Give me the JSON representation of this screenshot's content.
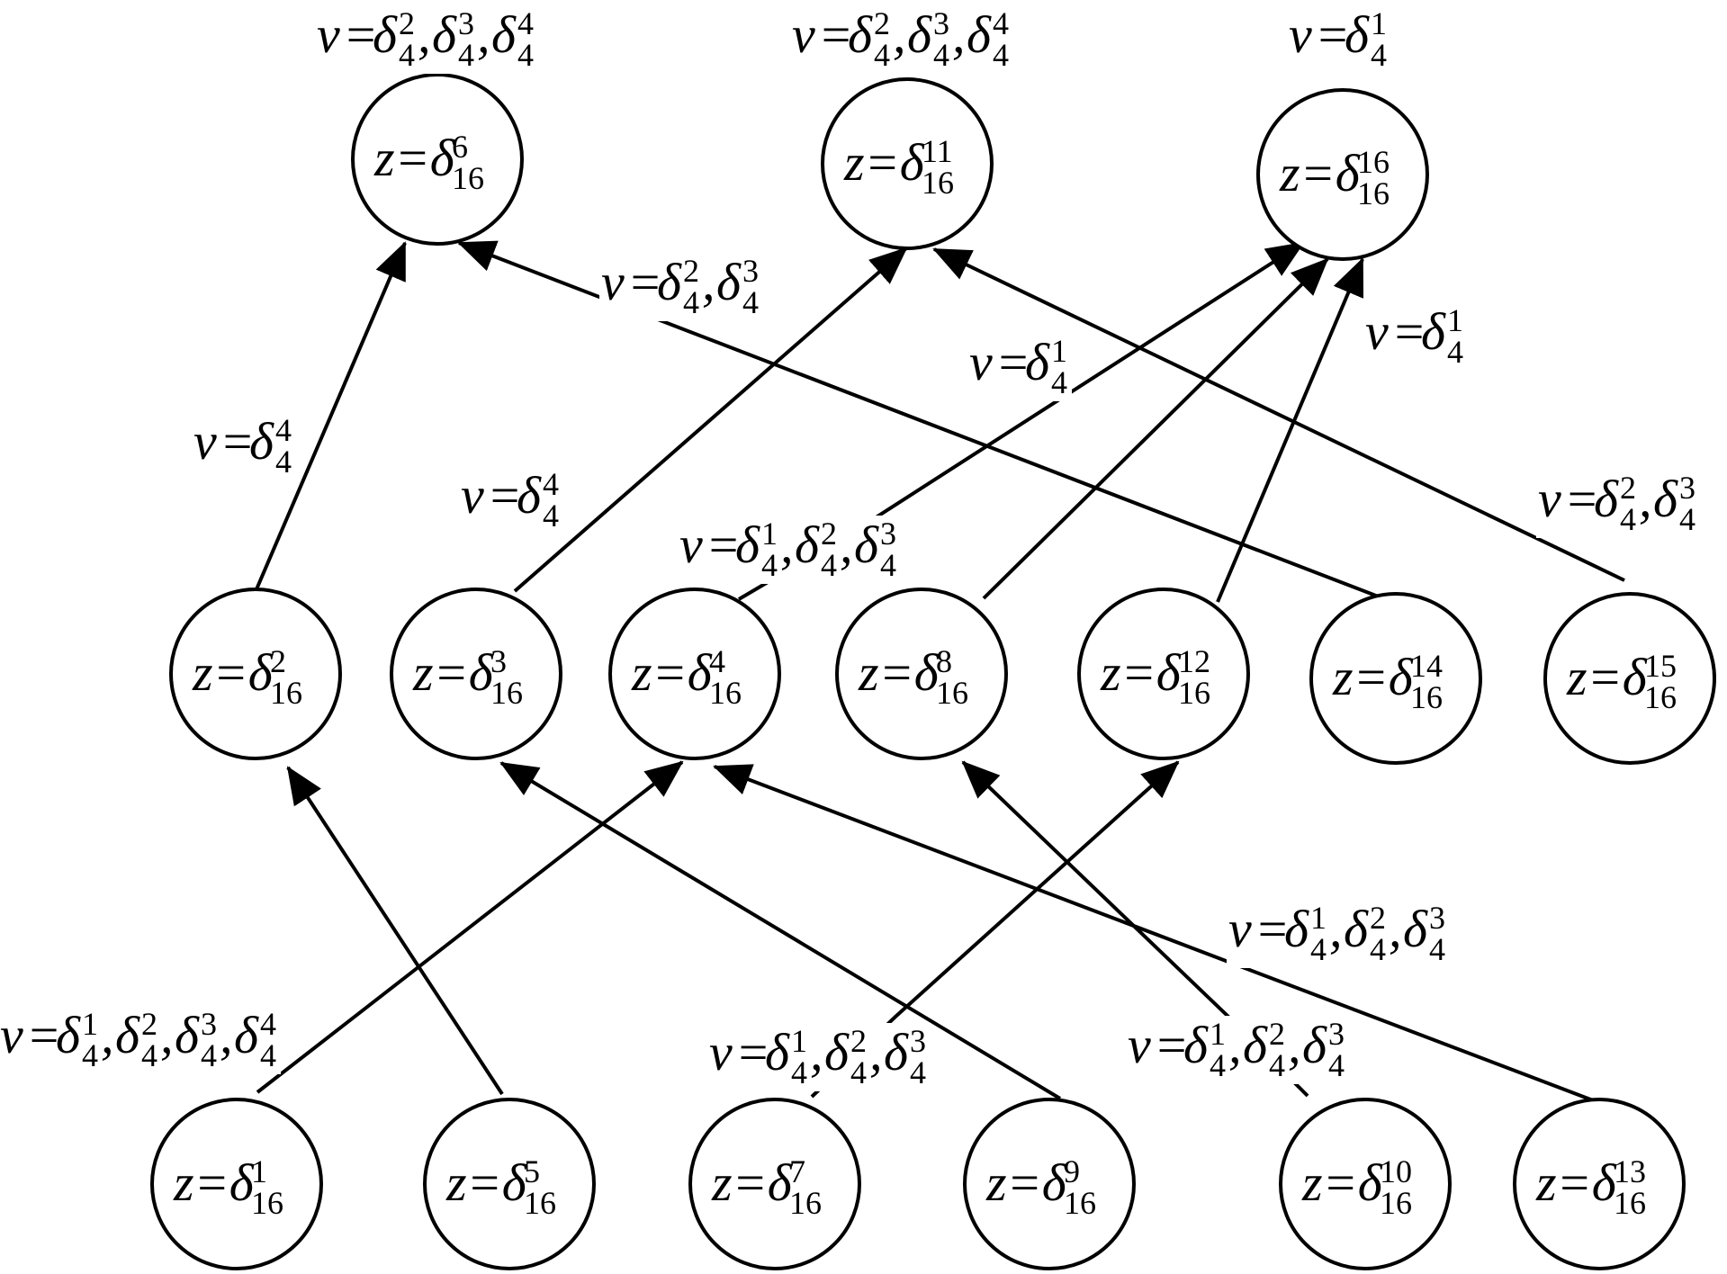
{
  "diagram": {
    "nodes": [
      {
        "id": "n6",
        "var": "z",
        "sub": "16",
        "sup": "6"
      },
      {
        "id": "n11",
        "var": "z",
        "sub": "16",
        "sup": "11"
      },
      {
        "id": "n16",
        "var": "z",
        "sub": "16",
        "sup": "16"
      },
      {
        "id": "n2",
        "var": "z",
        "sub": "16",
        "sup": "2"
      },
      {
        "id": "n3",
        "var": "z",
        "sub": "16",
        "sup": "3"
      },
      {
        "id": "n4",
        "var": "z",
        "sub": "16",
        "sup": "4"
      },
      {
        "id": "n8",
        "var": "z",
        "sub": "16",
        "sup": "8"
      },
      {
        "id": "n12",
        "var": "z",
        "sub": "16",
        "sup": "12"
      },
      {
        "id": "n14",
        "var": "z",
        "sub": "16",
        "sup": "14"
      },
      {
        "id": "n15",
        "var": "z",
        "sub": "16",
        "sup": "15"
      },
      {
        "id": "n1",
        "var": "z",
        "sub": "16",
        "sup": "1"
      },
      {
        "id": "n5",
        "var": "z",
        "sub": "16",
        "sup": "5"
      },
      {
        "id": "n7",
        "var": "z",
        "sub": "16",
        "sup": "7"
      },
      {
        "id": "n9",
        "var": "z",
        "sub": "16",
        "sup": "9"
      },
      {
        "id": "n10",
        "var": "z",
        "sub": "16",
        "sup": "10"
      },
      {
        "id": "n13",
        "var": "z",
        "sub": "16",
        "sup": "13"
      }
    ],
    "edges": [
      {
        "from": "n2",
        "to": "n6"
      },
      {
        "from": "n14",
        "to": "n6"
      },
      {
        "from": "n3",
        "to": "n11"
      },
      {
        "from": "n15",
        "to": "n11"
      },
      {
        "from": "n4",
        "to": "n16"
      },
      {
        "from": "n8",
        "to": "n16"
      },
      {
        "from": "n12",
        "to": "n16"
      },
      {
        "from": "n5",
        "to": "n2"
      },
      {
        "from": "n9",
        "to": "n3"
      },
      {
        "from": "n1",
        "to": "n4"
      },
      {
        "from": "n13",
        "to": "n4"
      },
      {
        "from": "n10",
        "to": "n8"
      },
      {
        "from": "n7",
        "to": "n12"
      }
    ],
    "labels": [
      {
        "id": "L-n6",
        "var": "v",
        "terms": [
          {
            "sup": "2",
            "sub": "4"
          },
          {
            "sup": "3",
            "sub": "4"
          },
          {
            "sup": "4",
            "sub": "4"
          }
        ]
      },
      {
        "id": "L-n11",
        "var": "v",
        "terms": [
          {
            "sup": "2",
            "sub": "4"
          },
          {
            "sup": "3",
            "sub": "4"
          },
          {
            "sup": "4",
            "sub": "4"
          }
        ]
      },
      {
        "id": "L-n16",
        "var": "v",
        "terms": [
          {
            "sup": "1",
            "sub": "4"
          }
        ]
      },
      {
        "id": "L-e14",
        "var": "v",
        "terms": [
          {
            "sup": "2",
            "sub": "4"
          },
          {
            "sup": "3",
            "sub": "4"
          }
        ]
      },
      {
        "id": "L-e4",
        "var": "v",
        "terms": [
          {
            "sup": "1",
            "sub": "4"
          }
        ]
      },
      {
        "id": "L-e12",
        "var": "v",
        "terms": [
          {
            "sup": "1",
            "sub": "4"
          }
        ]
      },
      {
        "id": "L-e2",
        "var": "v",
        "terms": [
          {
            "sup": "4",
            "sub": "4"
          }
        ]
      },
      {
        "id": "L-e3",
        "var": "v",
        "terms": [
          {
            "sup": "4",
            "sub": "4"
          }
        ]
      },
      {
        "id": "L-n4",
        "var": "v",
        "terms": [
          {
            "sup": "1",
            "sub": "4"
          },
          {
            "sup": "2",
            "sub": "4"
          },
          {
            "sup": "3",
            "sub": "4"
          }
        ]
      },
      {
        "id": "L-e15",
        "var": "v",
        "terms": [
          {
            "sup": "2",
            "sub": "4"
          },
          {
            "sup": "3",
            "sub": "4"
          }
        ]
      },
      {
        "id": "L-e13",
        "var": "v",
        "terms": [
          {
            "sup": "1",
            "sub": "4"
          },
          {
            "sup": "2",
            "sub": "4"
          },
          {
            "sup": "3",
            "sub": "4"
          }
        ]
      },
      {
        "id": "L-e1",
        "var": "v",
        "terms": [
          {
            "sup": "1",
            "sub": "4"
          },
          {
            "sup": "2",
            "sub": "4"
          },
          {
            "sup": "3",
            "sub": "4"
          },
          {
            "sup": "4",
            "sub": "4"
          }
        ]
      },
      {
        "id": "L-e7",
        "var": "v",
        "terms": [
          {
            "sup": "1",
            "sub": "4"
          },
          {
            "sup": "2",
            "sub": "4"
          },
          {
            "sup": "3",
            "sub": "4"
          }
        ]
      },
      {
        "id": "L-e10",
        "var": "v",
        "terms": [
          {
            "sup": "1",
            "sub": "4"
          },
          {
            "sup": "2",
            "sub": "4"
          },
          {
            "sup": "3",
            "sub": "4"
          }
        ]
      }
    ]
  }
}
